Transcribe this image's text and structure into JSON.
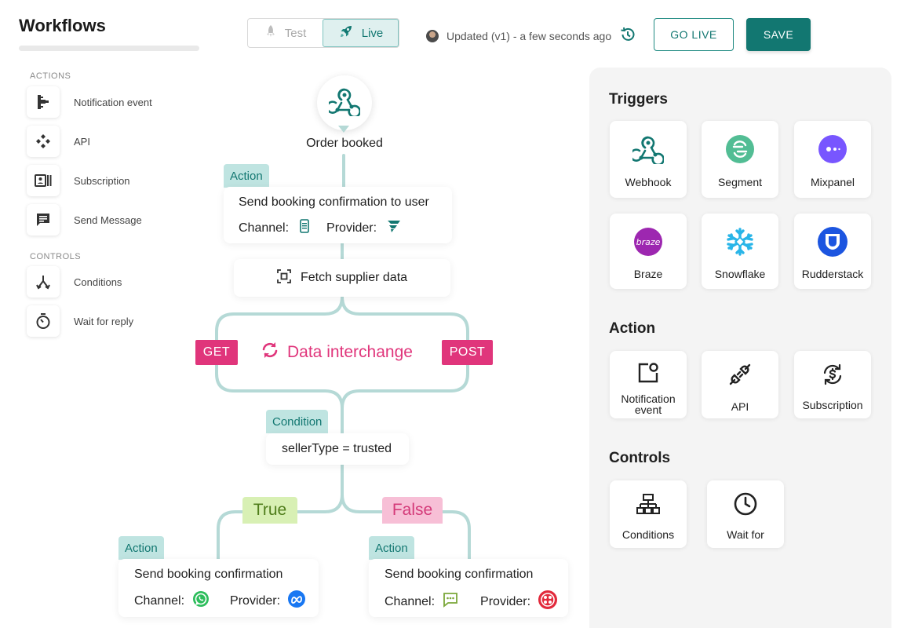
{
  "header": {
    "title": "Workflows",
    "mode_test": "Test",
    "mode_live": "Live",
    "update_status": "Updated (v1) - a few seconds ago",
    "go_live_label": "GO LIVE",
    "save_label": "SAVE"
  },
  "sidebar": {
    "actions_label": "ACTIONS",
    "controls_label": "CONTROLS",
    "actions": [
      {
        "label": "Notification event",
        "icon": "notification-event-icon"
      },
      {
        "label": "API",
        "icon": "api-icon"
      },
      {
        "label": "Subscription",
        "icon": "subscription-icon"
      },
      {
        "label": "Send Message",
        "icon": "message-icon"
      }
    ],
    "controls": [
      {
        "label": "Conditions",
        "icon": "conditions-icon"
      },
      {
        "label": "Wait for reply",
        "icon": "timer-icon"
      }
    ]
  },
  "canvas": {
    "trigger_label": "Order booked",
    "action1": {
      "tag": "Action",
      "title": "Send booking confirmation to user",
      "channel_label": "Channel:",
      "provider_label": "Provider:"
    },
    "fetch_label": "Fetch supplier data",
    "get_label": "GET",
    "post_label": "POST",
    "interchange_label": "Data interchange",
    "condition": {
      "tag": "Condition",
      "expression": "sellerType = trusted"
    },
    "true_label": "True",
    "false_label": "False",
    "action_true": {
      "tag": "Action",
      "title": "Send booking confirmation",
      "channel_label": "Channel:",
      "provider_label": "Provider:"
    },
    "action_false": {
      "tag": "Action",
      "title": "Send booking confirmation",
      "channel_label": "Channel:",
      "provider_label": "Provider:"
    }
  },
  "panel": {
    "triggers_heading": "Triggers",
    "triggers": [
      {
        "label": "Webhook",
        "icon": "webhook-icon"
      },
      {
        "label": "Segment",
        "icon": "segment-icon"
      },
      {
        "label": "Mixpanel",
        "icon": "mixpanel-icon"
      },
      {
        "label": "Braze",
        "icon": "braze-icon",
        "logo_text": "braze"
      },
      {
        "label": "Snowflake",
        "icon": "snowflake-icon"
      },
      {
        "label": "Rudderstack",
        "icon": "rudderstack-icon"
      }
    ],
    "action_heading": "Action",
    "actions": [
      {
        "label": "Notification event",
        "icon": "notification-event-icon"
      },
      {
        "label": "API",
        "icon": "api-plug-icon"
      },
      {
        "label": "Subscription",
        "icon": "subscription-dollar-icon"
      }
    ],
    "controls_heading": "Controls",
    "controls": [
      {
        "label": "Conditions",
        "icon": "conditions-tree-icon"
      },
      {
        "label": "Wait for",
        "icon": "clock-icon"
      }
    ]
  },
  "colors": {
    "brand_teal": "#127771",
    "connector": "#b5d9d6",
    "accent_pink": "#e0357b",
    "true_green": "#d8f0b4",
    "false_pink": "#f7bfd6"
  }
}
